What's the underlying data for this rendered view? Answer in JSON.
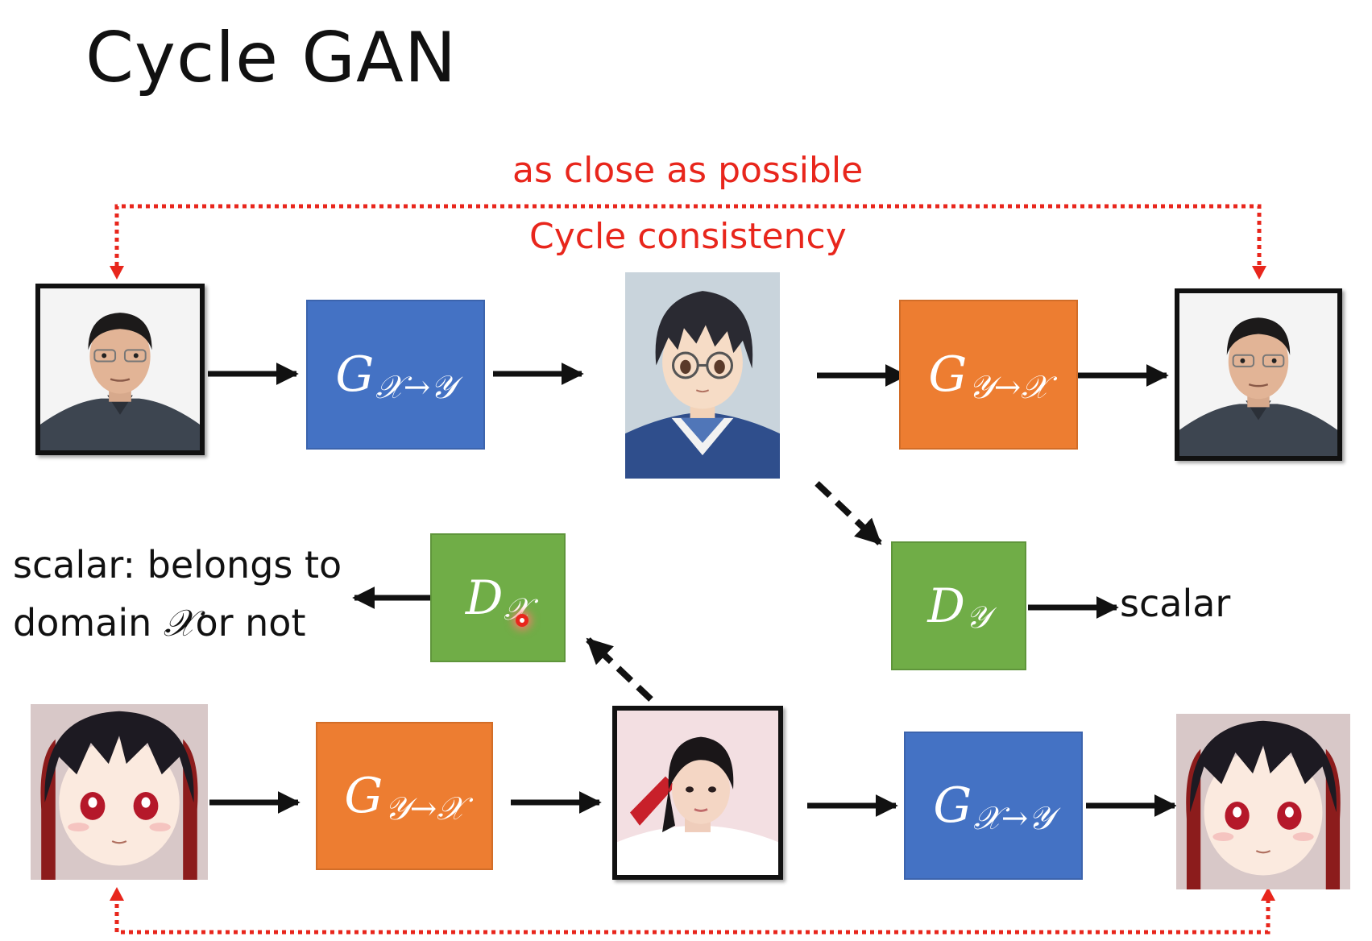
{
  "title": "Cycle GAN",
  "labels": {
    "as_close": "as close as possible",
    "cycle_consistency": "Cycle consistency",
    "scalar_left_line1": "scalar: belongs to",
    "scalar_left_pre": "domain ",
    "scalar_left_symbol": "𝒳",
    "scalar_left_post": "or not",
    "scalar_right": "scalar"
  },
  "blocks": {
    "g_x_to_y": {
      "main": "G",
      "sub": "𝒳→𝒴"
    },
    "g_y_to_x": {
      "main": "G",
      "sub": "𝒴→𝒳"
    },
    "d_x": {
      "main": "D",
      "sub": "𝒳"
    },
    "d_y": {
      "main": "D",
      "sub": "𝒴"
    }
  },
  "colors": {
    "generator_x_to_y": "#4472c4",
    "generator_y_to_x": "#ed7d31",
    "discriminator": "#70ad47",
    "cycle_arrow": "#e8261c",
    "flow_arrow": "#111111"
  },
  "icons": {
    "real_face": "real-face-photo",
    "anime_face": "anime-face-image",
    "cursor": "laser-pointer-icon"
  }
}
